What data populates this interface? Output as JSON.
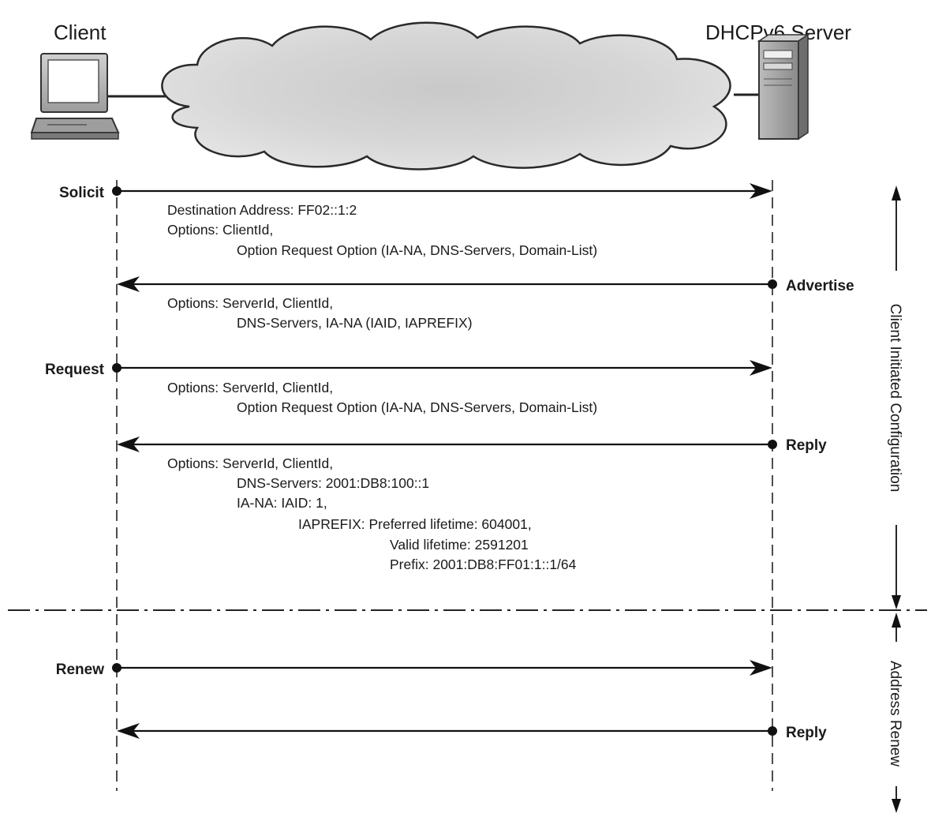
{
  "header": {
    "client_label": "Client",
    "server_label": "DHCPv6 Server"
  },
  "messages": {
    "solicit": "Solicit",
    "advertise": "Advertise",
    "request": "Request",
    "reply1": "Reply",
    "renew": "Renew",
    "reply2": "Reply"
  },
  "options": {
    "solicit": [
      "Destination Address: FF02::1:2",
      "Options: ClientId,",
      "Option Request Option (IA-NA, DNS-Servers, Domain-List)"
    ],
    "advertise": [
      "Options: ServerId, ClientId,",
      "DNS-Servers, IA-NA (IAID, IAPREFIX)"
    ],
    "request": [
      "Options: ServerId, ClientId,",
      "Option Request Option (IA-NA, DNS-Servers, Domain-List)"
    ],
    "reply": [
      "Options: ServerId, ClientId,",
      "DNS-Servers: 2001:DB8:100::1",
      "IA-NA: IAID: 1,",
      "IAPREFIX: Preferred lifetime: 604001,",
      "Valid lifetime: 2591201",
      "Prefix: 2001:DB8:FF01:1::1/64"
    ]
  },
  "phases": {
    "phase1": "Client Initiated Configuration",
    "phase2": "Address Renew"
  },
  "icons": [
    "computer-icon",
    "server-icon",
    "cloud-icon"
  ]
}
